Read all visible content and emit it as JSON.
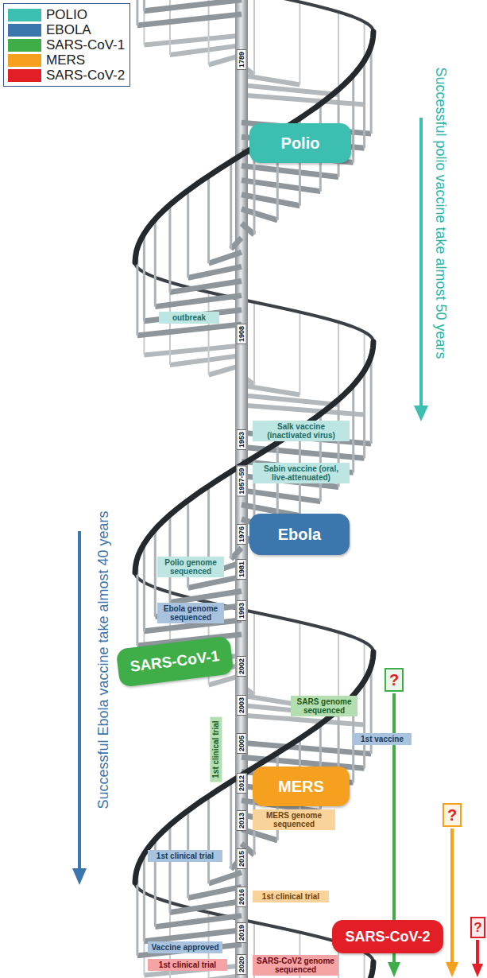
{
  "diagram": {
    "nodes": [
      {
        "text": [
          "Polio"
        ]
      },
      {
        "text": [
          "outbreak"
        ]
      },
      {
        "text": [
          "Salk vaccine (inactivated virus)"
        ]
      },
      {
        "text": [
          "Sabin vaccine (oral, live-attenuated)"
        ]
      },
      {
        "text": [
          "Ebola"
        ]
      },
      {
        "text": [
          "Polio genome sequenced"
        ]
      },
      {
        "text": [
          "Ebola genome sequenced"
        ]
      },
      {
        "text": [
          "SARS-CoV-1"
        ]
      },
      {
        "text": [
          "?"
        ]
      },
      {
        "text": [
          "SARS genome sequenced"
        ]
      },
      {
        "text": [
          "1st vaccine"
        ]
      },
      {
        "text": [
          "1st clinical trial"
        ]
      },
      {
        "text": [
          "MERS"
        ]
      },
      {
        "text": [
          "MERS genome sequenced"
        ]
      },
      {
        "text": [
          "?"
        ]
      },
      {
        "text": [
          "1st clinical trial"
        ]
      },
      {
        "text": [
          "1st clinical trial"
        ]
      },
      {
        "text": [
          "SARS-CoV-2"
        ]
      },
      {
        "text": [
          "?"
        ]
      },
      {
        "text": [
          "Vaccine approved"
        ]
      },
      {
        "text": [
          "1st clinical trial"
        ]
      },
      {
        "text": [
          "SARS-CoV2 genome sequenced"
        ]
      }
    ],
    "labels": [
      "Successful polio vaccine take almost 50 years",
      "1789",
      "1908",
      "1953",
      "1957-59",
      "1976",
      "1981",
      "1993",
      "2002",
      "2003",
      "2005",
      "2012",
      "2013",
      "2015",
      "2016",
      "2019",
      "2020",
      "Successful Ebola vaccine take almost 40 years"
    ],
    "legend": [
      {
        "text": "POLIO",
        "color": "#3cbfb0"
      },
      {
        "text": "EBOLA",
        "color": "#3b76ad"
      },
      {
        "text": "SARS-CoV-1",
        "color": "#3fae49"
      },
      {
        "text": "MERS",
        "color": "#f5a01e"
      },
      {
        "text": "SARS-CoV-2",
        "color": "#e41e26"
      }
    ]
  }
}
